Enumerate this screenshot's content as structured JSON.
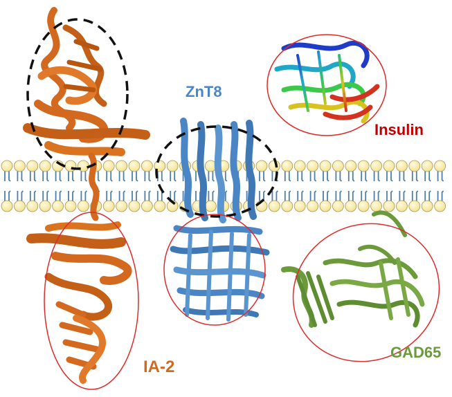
{
  "labels": {
    "znt8": "ZnT8",
    "insulin": "Insulin",
    "ia2": "IA-2",
    "gad65": "GAD65"
  },
  "colors": {
    "ia2": "#d2691e",
    "znt8": "#4a86c5",
    "insulin_label": "#c00000",
    "gad65": "#6b9a3a",
    "membrane_head": "#fbf0b0",
    "membrane_tail": "#4f7fa8",
    "highlight_ellipse": "#e02a2a",
    "epitope_ellipse": "#111111"
  },
  "icons": {
    "membrane": "lipid-bilayer",
    "ia2": "ia2-protein-structure",
    "znt8": "znt8-protein-structure",
    "insulin": "insulin-protein-structure",
    "gad65": "gad65-protein-structure"
  }
}
